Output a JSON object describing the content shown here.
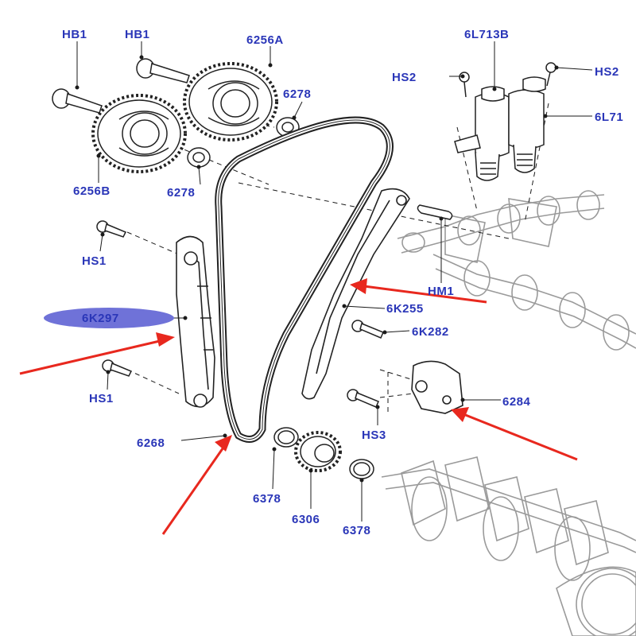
{
  "labels": {
    "hb1_left": "HB1",
    "hb1_right": "HB1",
    "p6256a": "6256A",
    "p6278_top": "6278",
    "p6256b": "6256B",
    "p6278_bottom": "6278",
    "p6l713b": "6L713B",
    "hs2_left": "HS2",
    "hs2_right": "HS2",
    "p6l71_partial": "6L71",
    "hs1_top": "HS1",
    "hm1": "HM1",
    "p6k255": "6K255",
    "p6k297": "6K297",
    "p6k282": "6K282",
    "hs1_bottom": "HS1",
    "p6284": "6284",
    "p6268": "6268",
    "hs3": "HS3",
    "p6378_left": "6378",
    "p6306": "6306",
    "p6378_right": "6378"
  },
  "colors": {
    "label_text": "#2a36b8",
    "leader_line": "#1a1a1a",
    "highlight_ellipse": "#6f72d8",
    "arrow": "#e8281e",
    "part_stroke": "#222222",
    "ghost_stroke": "#9a9a9a"
  },
  "icons": {
    "arrow_shape": "red-pointer-arrow",
    "highlight_shape": "blue-ellipse-marker"
  }
}
